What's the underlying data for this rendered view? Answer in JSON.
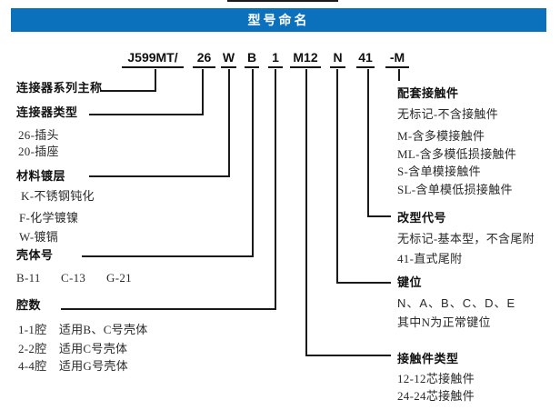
{
  "header": {
    "title": "型号命名",
    "bar_color": "#0c71bd"
  },
  "part_number": {
    "full": "J599MT/ 26 W B 1 M12 N 41 -M",
    "segments": [
      "J599MT/",
      "26",
      "W",
      "B",
      "1",
      "M12",
      "N",
      "41",
      "-M"
    ]
  },
  "left_sections": [
    {
      "title": "连接器系列主称",
      "items": []
    },
    {
      "title": "连接器类型",
      "items": [
        "26-插头",
        "20-插座"
      ]
    },
    {
      "title": "材料镀层",
      "items": [
        "K-不锈钢钝化",
        "F-化学镀镍",
        "W-镀镉"
      ]
    },
    {
      "title": "壳体号",
      "items": [
        "B-11",
        "C-13",
        "G-21"
      ]
    },
    {
      "title": "腔数",
      "items": [
        "1-1腔　适用B、C号壳体",
        "2-2腔　适用C号壳体",
        "4-4腔　适用G号壳体"
      ]
    }
  ],
  "right_sections": [
    {
      "title": "配套接触件",
      "items": [
        "无标记-不含接触件",
        "M-含多模接触件",
        "ML-含多模低损接触件",
        "S-含单模接触件",
        "SL-含单模低损接触件"
      ]
    },
    {
      "title": "改型代号",
      "items": [
        "无标记-基本型，不含尾附",
        "41-直式尾附"
      ]
    },
    {
      "title": "键位",
      "items": [
        "N、A、B、C、D、E",
        "其中N为正常键位"
      ]
    },
    {
      "title": "接触件类型",
      "items": [
        "12-12芯接触件",
        "24-24芯接触件"
      ]
    }
  ],
  "colors": {
    "accent_blue": "#0c71bd",
    "line_black": "#1a1a1a"
  }
}
